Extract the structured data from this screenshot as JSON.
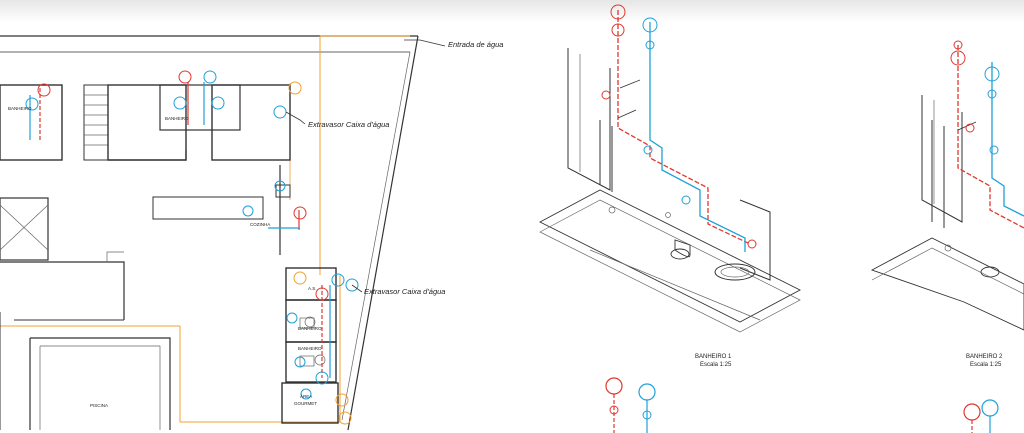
{
  "labels": {
    "entrada_agua": "Entrada de água",
    "extravasor_1": "Extravasor Caixa d'água",
    "extravasor_2": "Extravasor Caixa d'água",
    "banheiro_left": "BANHEIRO",
    "banheiro_top": "BANHEIRO",
    "cozinha": "COZINHA",
    "as": "A.S.",
    "banheiro_right_1": "BANHEIRO",
    "banheiro_right_2": "BANHEIRO",
    "area_gourmet_1": "ÁREA",
    "area_gourmet_2": "GOURMET",
    "piscina": "PISCINA",
    "b1_title": "BANHEIRO 1",
    "b1_scale": "Escala 1:25",
    "b2_title": "BANHEIRO 2",
    "b2_scale": "Escala 1:25"
  },
  "colors": {
    "hot_pipe": "#e0372f",
    "cold_pipe": "#1ea0d8",
    "dimension": "#f0a030",
    "linework": "#333333"
  }
}
